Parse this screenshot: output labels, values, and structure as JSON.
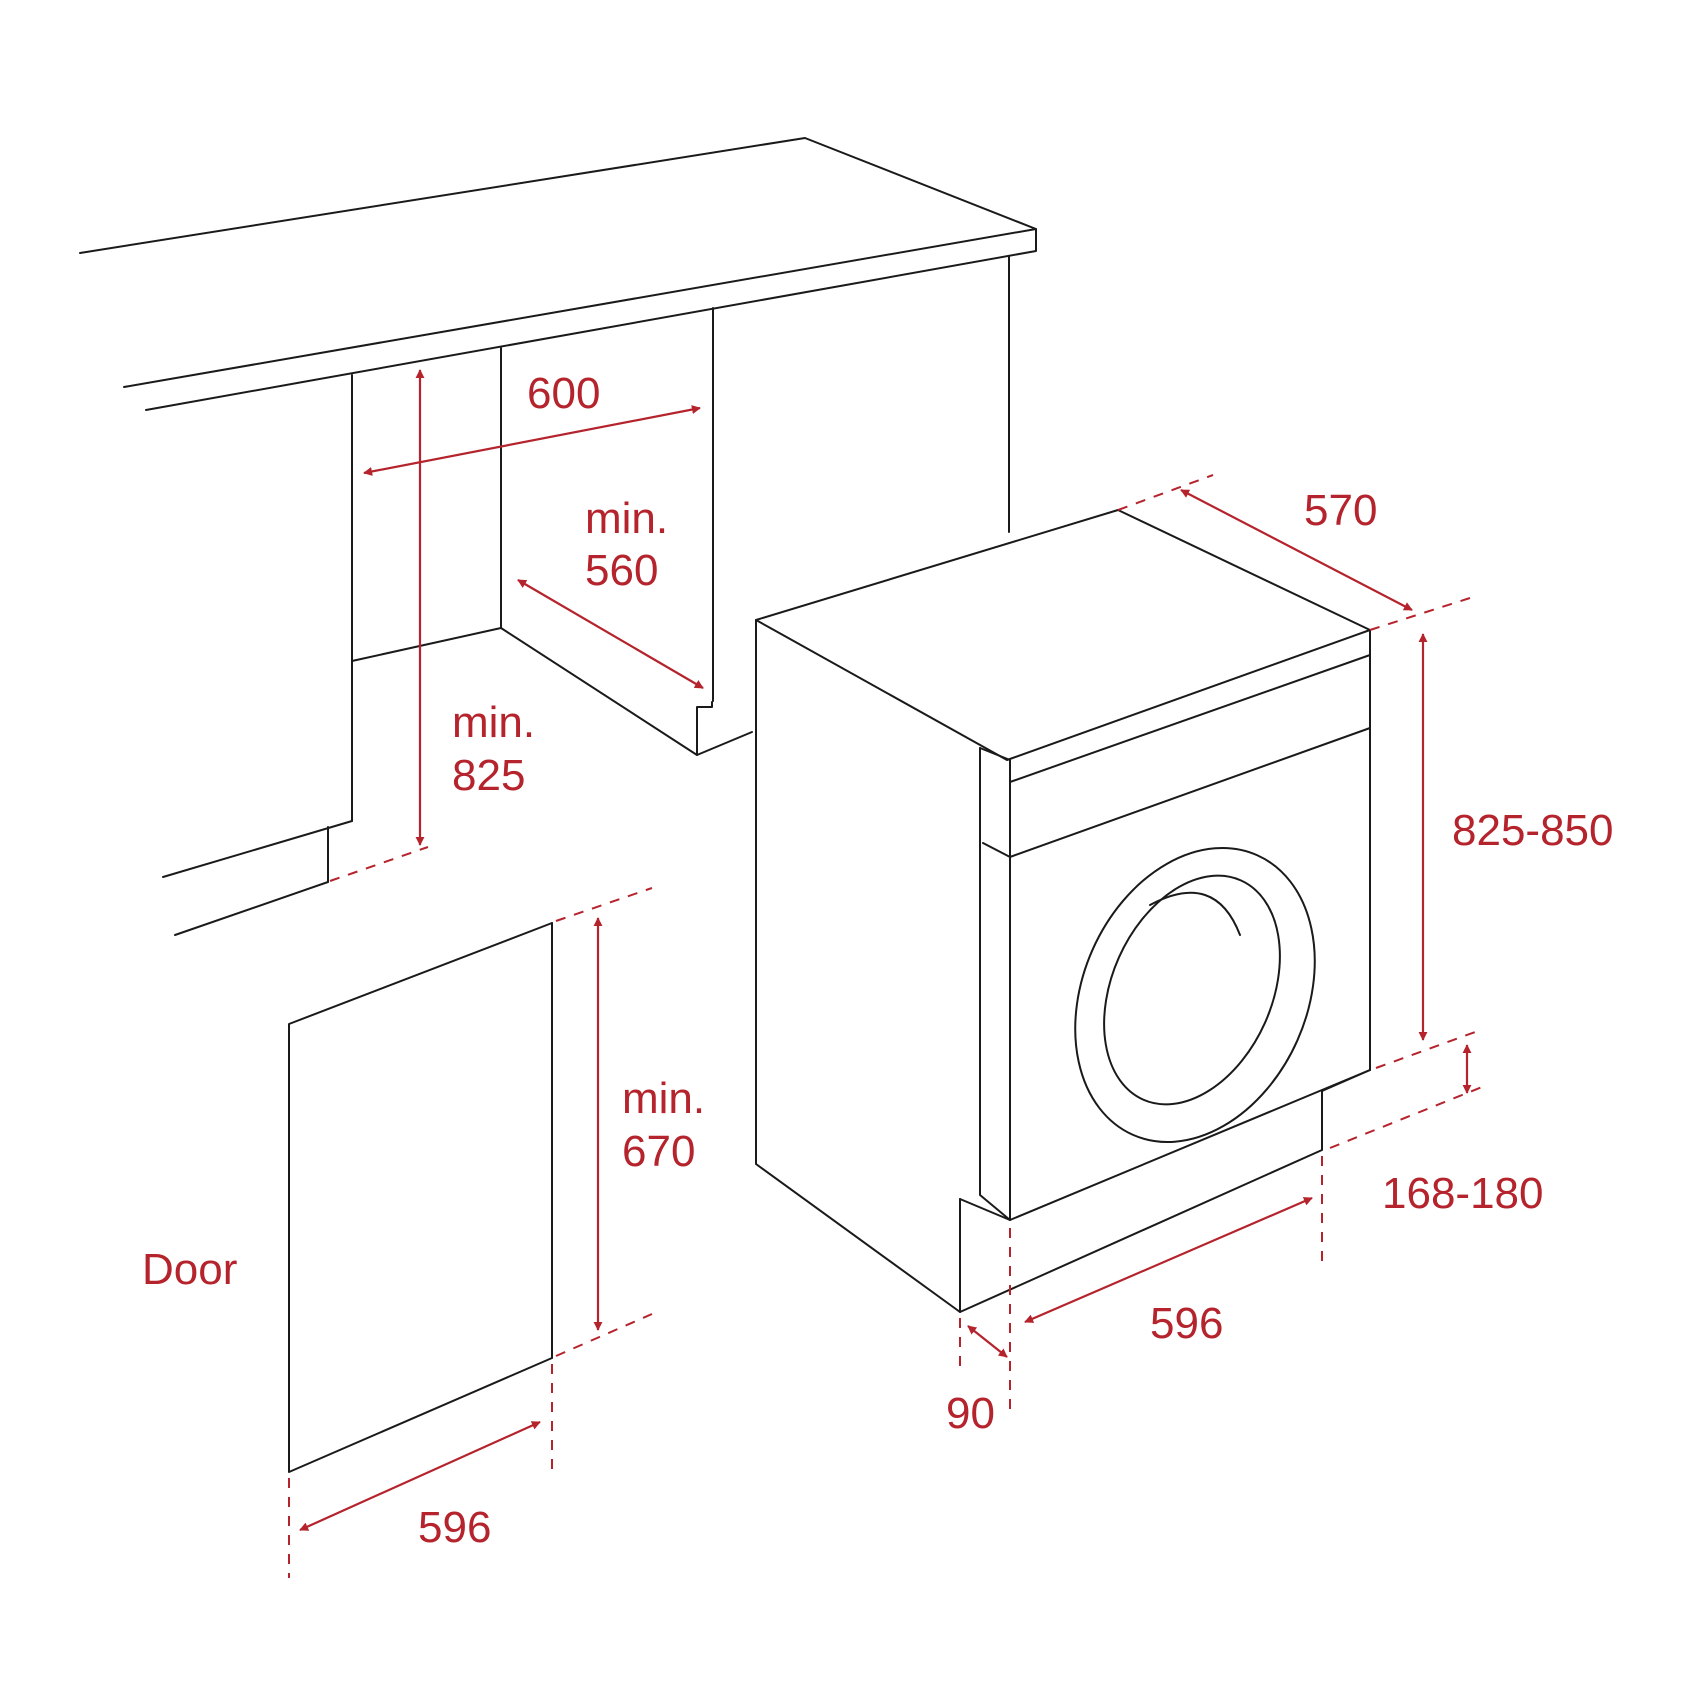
{
  "colors": {
    "outline": "#1a1a1a",
    "dimension": "#b5232c",
    "background": "#ffffff"
  },
  "labels": {
    "niche_width": "600",
    "niche_depth_min": "min.",
    "niche_depth": "560",
    "niche_height_min": "min.",
    "niche_height": "825",
    "appliance_depth": "570",
    "appliance_height": "825-850",
    "plinth_height": "168-180",
    "appliance_width": "596",
    "door_offset": "90",
    "door_height_min": "min.",
    "door_height": "670",
    "door_width": "596",
    "door_caption": "Door"
  }
}
